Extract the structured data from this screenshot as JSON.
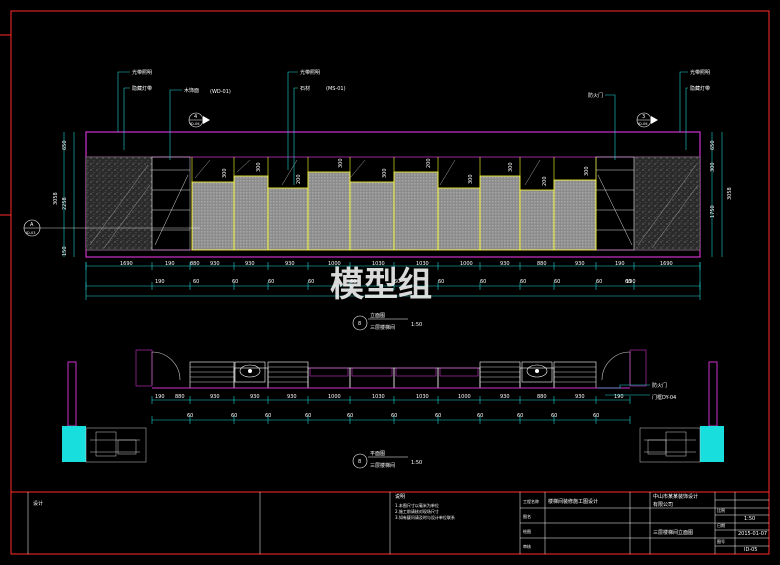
{
  "watermark": "模型组",
  "elevation": {
    "title": "立面图",
    "subtitle": "三层楼梯间",
    "number": "8",
    "scale": "1:50",
    "callouts": {
      "left_top_1": "光带照明",
      "left_top_2": "隐藏灯带",
      "center_left": "木饰面",
      "center_left_code": "(WD-01)",
      "center_top_1": "光带照明",
      "center_top_2": "石材",
      "center_code": "(MS-01)",
      "right_top_1": "光带照明",
      "right_top_2": "隐藏灯带",
      "right_mid": "防火门"
    },
    "section_marks": [
      {
        "num": "4",
        "sheet": "ID-06"
      },
      {
        "num": "3",
        "sheet": "ID-06"
      }
    ],
    "left_mark": {
      "num": "A",
      "sheet": "ID-03"
    },
    "dims_top_row": [
      "1690",
      "190",
      "880",
      "930",
      "930",
      "930",
      "1000",
      "1030",
      "1030",
      "1000",
      "930",
      "880",
      "930",
      "190",
      "1690"
    ],
    "dims_bottom_row": [
      "190",
      "60",
      "60",
      "60",
      "60",
      "60",
      "60",
      "60",
      "60",
      "60",
      "60",
      "60",
      "60",
      "190"
    ],
    "left_dims": [
      "650",
      "3058",
      "2258",
      "150"
    ],
    "right_dims": [
      "650",
      "300",
      "1750",
      "3058"
    ],
    "panel_heights": [
      "300",
      "300",
      "200",
      "300",
      "300",
      "200",
      "300",
      "300",
      "200",
      "300"
    ]
  },
  "plan": {
    "title": "平面图",
    "subtitle": "三层楼梯间",
    "number": "8",
    "scale": "1:50",
    "dims": [
      "190",
      "880",
      "930",
      "930",
      "930",
      "1000",
      "1030",
      "1030",
      "1000",
      "930",
      "880",
      "930",
      "190"
    ],
    "dims_sub": [
      "60",
      "60",
      "60",
      "60",
      "60",
      "60",
      "60",
      "60",
      "60",
      "60",
      "60"
    ],
    "callout_1": "防火门",
    "callout_2": "门框DY-04"
  },
  "title_block": {
    "col1_label": "设计",
    "note_title": "说明",
    "note_lines": [
      "1.本图尺寸以毫米为单位",
      "2.施工前请核对现场尺寸",
      "3.如有疑问请及时与设计单位联系"
    ],
    "project": "楼梯间装修施工图设计",
    "company": "中山市某某装饰设计",
    "company_2": "有限公司",
    "sheet_name": "三层楼梯间立面图",
    "label_scale": "比例",
    "scale": "1:50",
    "label_date": "日期",
    "date": "2015-01-07",
    "label_no": "图号",
    "sheet_no": "ID-05",
    "label_drawn": "绘图",
    "label_checked": "审核",
    "label_project": "工程名称",
    "label_sheet": "图名"
  },
  "colors": {
    "background": "#000000",
    "frame": "#ff2a2a",
    "wall": "#cc33cc",
    "dimension": "#22d3d3",
    "panel_fill": "#9a9a9a",
    "panel_edge": "#ffff33",
    "text": "#ffffff"
  }
}
